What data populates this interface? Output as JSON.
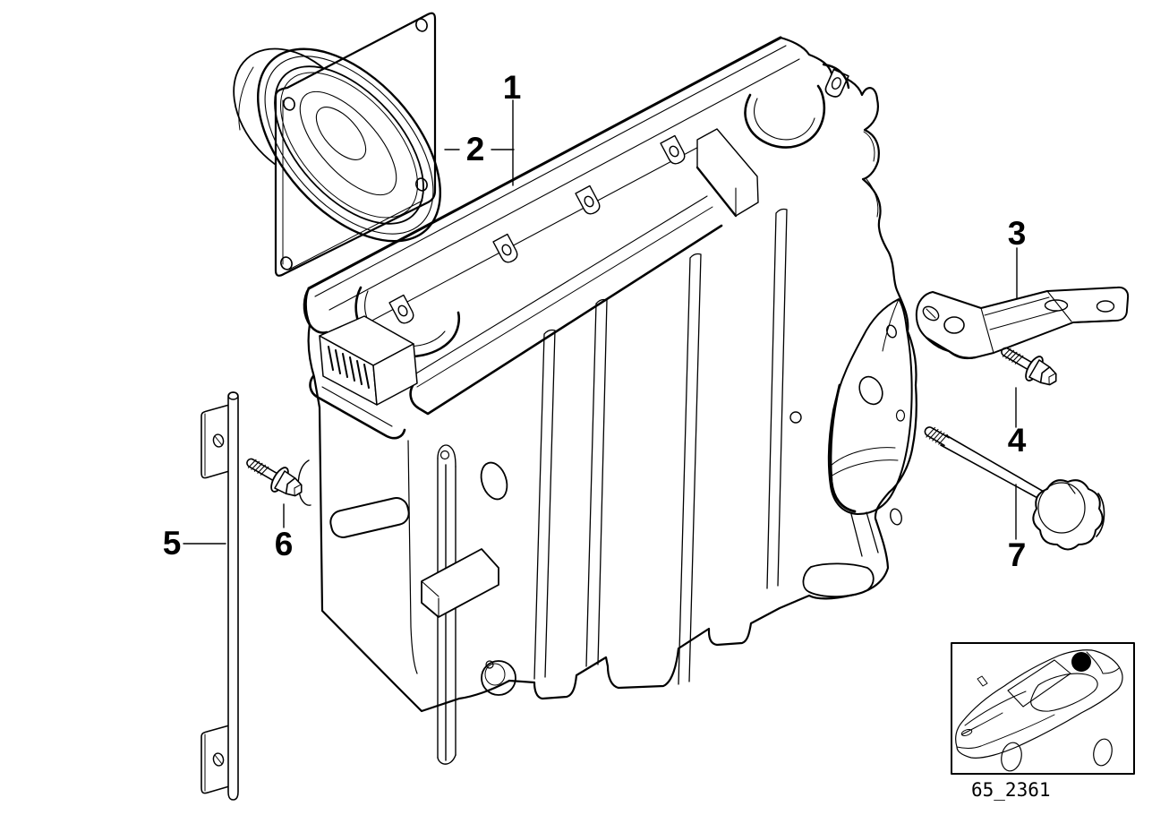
{
  "diagram": {
    "background_color": "#ffffff",
    "line_color": "#000000",
    "callouts": [
      {
        "label": "1"
      },
      {
        "label": "2"
      },
      {
        "label": "3"
      },
      {
        "label": "4"
      },
      {
        "label": "5"
      },
      {
        "label": "6"
      },
      {
        "label": "7"
      }
    ],
    "inset": {
      "code": "65_2361"
    }
  }
}
